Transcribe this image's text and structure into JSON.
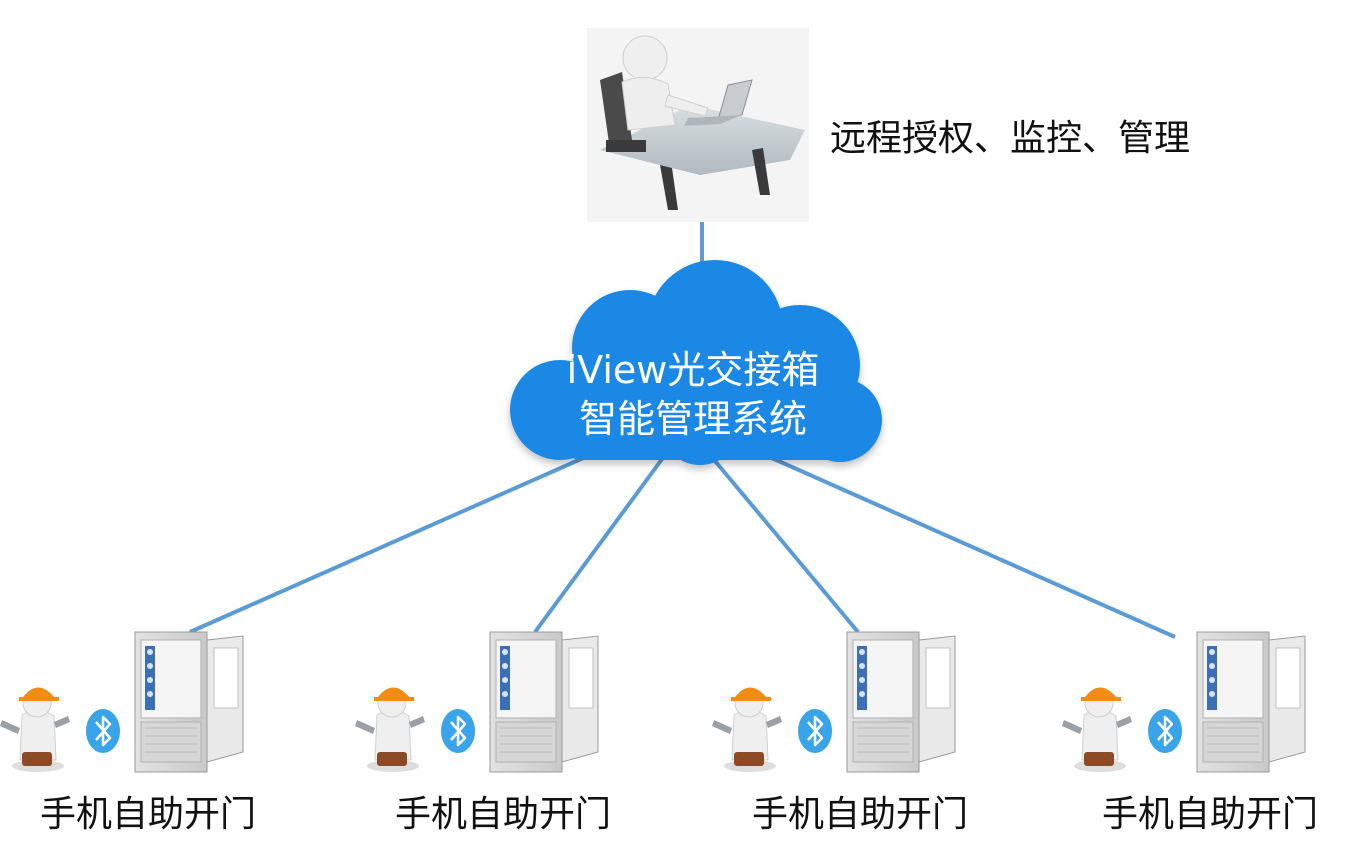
{
  "admin": {
    "label": "远程授权、监控、管理"
  },
  "cloud": {
    "line1": "iView光交接箱",
    "line2": "智能管理系统",
    "color": "#1e88e5"
  },
  "link_color": "#5b9bd5",
  "bluetooth_color": "#3aa4ea",
  "helmet_color": "#f28c12",
  "nodes": [
    {
      "label": "手机自助开门"
    },
    {
      "label": "手机自助开门"
    },
    {
      "label": "手机自助开门"
    },
    {
      "label": "手机自助开门"
    }
  ]
}
